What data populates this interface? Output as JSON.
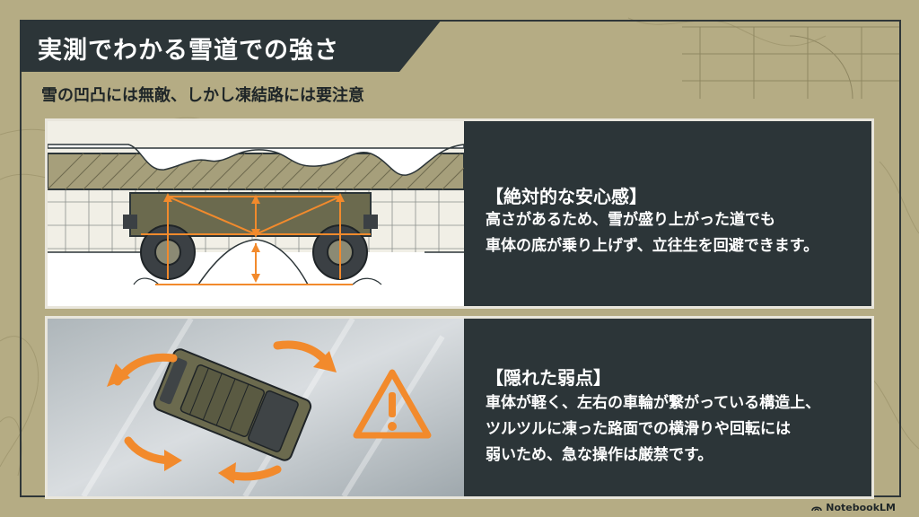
{
  "header": {
    "title": "実測でわかる雪道での強さ",
    "subtitle": "雪の凹凸には無敵、しかし凍結路には要注意"
  },
  "cards": [
    {
      "heading": "【絶対的な安心感】",
      "body_lines": [
        "高さがあるため、雪が盛り上がった道でも",
        "車体の底が乗り上げず、立往生を回避できます。"
      ],
      "illustration_icon": "suv-clearance-snow-illustration"
    },
    {
      "heading": "【隠れた弱点】",
      "body_lines": [
        "車体が軽く、左右の車輪が繋がっている構造上、",
        "ツルツルに凍った路面での横滑りや回転には",
        "弱いため、急な操作は厳禁です。"
      ],
      "illustration_icon": "suv-skid-ice-warning-illustration"
    }
  ],
  "branding": {
    "logo_text": "NotebookLM"
  },
  "colors": {
    "background": "#b5ac84",
    "panel": "#2c3538",
    "accent_orange": "#f28a2c",
    "text_light": "#ffffff"
  }
}
